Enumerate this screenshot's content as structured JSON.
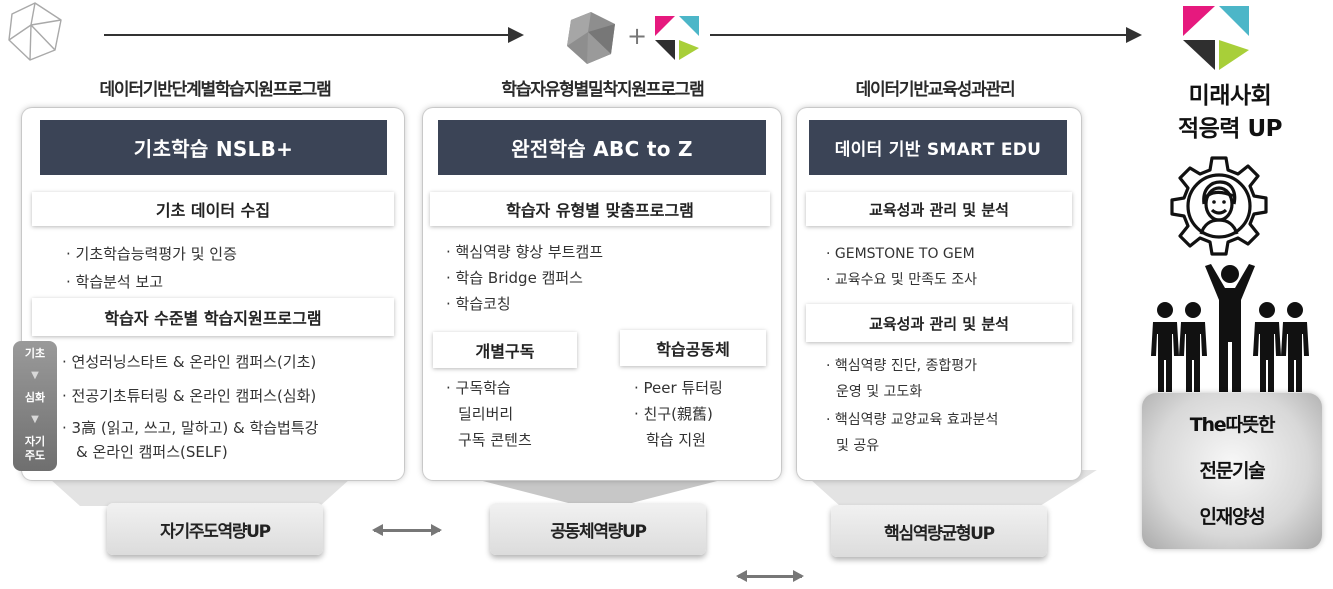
{
  "stages": [
    {
      "title": "데이터기반단계별학습지원프로그램",
      "banner": "기초학습 NSLB+",
      "section1": {
        "heading": "기초 데이터 수집",
        "items": [
          "· 기초학습능력평가 및 인증",
          "· 학습분석 보고"
        ]
      },
      "section2": {
        "heading": "학습자 수준별 학습지원프로그램",
        "items": [
          "· 연성러닝스타트 & 온라인 캠퍼스(기초)",
          "· 전공기초튜터링 & 온라인 캠퍼스(심화)",
          "· 3高 (읽고, 쓰고, 말하고) & 학습법특강",
          "& 온라인 캠퍼스(SELF)"
        ]
      },
      "levels": [
        "기초",
        "심화",
        "자기\n주도"
      ],
      "level_arrow": "▼",
      "outcome": "자기주도역량UP"
    },
    {
      "title": "학습자유형별밀착지원프로그램",
      "banner": "완전학습 ABC to Z",
      "section1": {
        "heading": "학습자 유형별 맞춤프로그램",
        "items": [
          "· 핵심역량 향상 부트캠프",
          "· 학습 Bridge 캠퍼스",
          "· 학습코칭"
        ]
      },
      "sub_left": {
        "heading": "개별구독",
        "items": [
          "· 구독학습",
          "딜리버리",
          "구독 콘텐츠"
        ]
      },
      "sub_right": {
        "heading": "학습공동체",
        "items": [
          "· Peer 튜터링",
          "· 친구(親舊)",
          "학습 지원"
        ]
      },
      "outcome": "공동체역량UP"
    },
    {
      "title": "데이터기반교육성과관리",
      "banner": "데이터 기반 SMART EDU",
      "section1": {
        "heading": "교육성과 관리 및 분석",
        "items": [
          "· GEMSTONE TO GEM",
          "· 교육수요 및 만족도 조사"
        ]
      },
      "section2": {
        "heading": "교육성과 관리 및 분석",
        "items": [
          "· 핵심역량 진단, 종합평가",
          "운영 및 고도화",
          "· 핵심역량 교양교육 효과분석",
          "및 공유"
        ]
      },
      "outcome": "핵심역량균형UP"
    }
  ],
  "future": {
    "title_lines": [
      "미래사회",
      "적응력 UP"
    ],
    "final_lines": [
      "The따뜻한",
      "전문기술",
      "인재양성"
    ]
  },
  "plus_sign": "+",
  "icons": [
    "gem-outline-icon",
    "gem-gray-icon",
    "logo-color-icon",
    "gear-person-icon",
    "people-group-icon"
  ],
  "colors": {
    "banner": "#3b4456",
    "logo_teal": "#4cb6c8",
    "logo_pink": "#e6197e",
    "logo_lime": "#a8cf39",
    "logo_dark": "#2f2f2f",
    "gray_icon": "#8c8c8c"
  }
}
